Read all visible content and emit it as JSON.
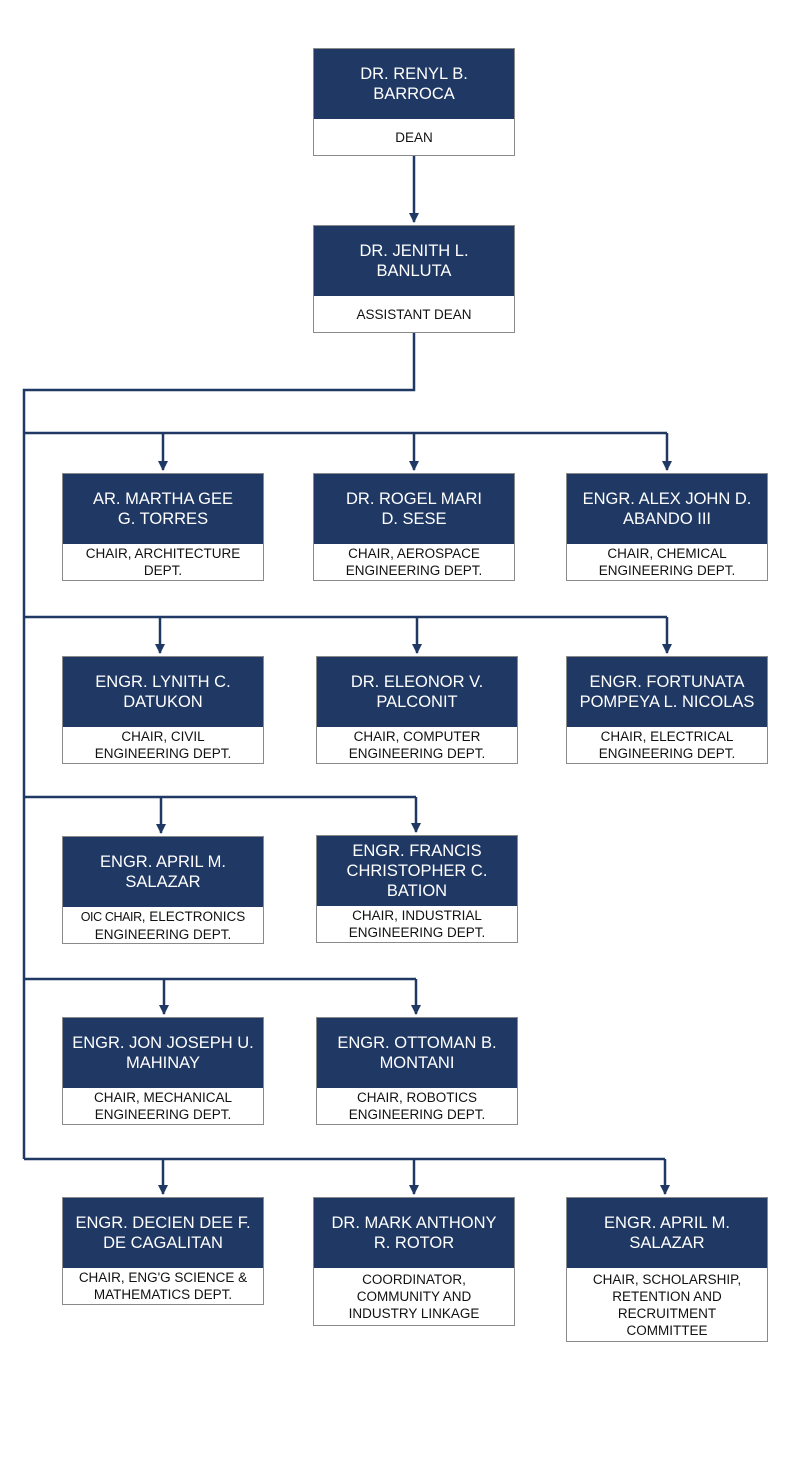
{
  "colors": {
    "name_fill": "#1f3864",
    "name_text": "#ffffff",
    "connector": "#1f3864",
    "role_border": "#8a8a8a"
  },
  "nodes": [
    {
      "id": "dean",
      "name": "DR. RENYL B.\nBARROCA",
      "role": "DEAN"
    },
    {
      "id": "assistant-dean",
      "name": "DR. JENITH L.\nBANLUTA",
      "role": "ASSISTANT DEAN"
    },
    {
      "id": "architecture",
      "name": "AR. MARTHA GEE\nG. TORRES",
      "role": "CHAIR, ARCHITECTURE\nDEPT."
    },
    {
      "id": "aerospace",
      "name": "DR. ROGEL MARI\nD. SESE",
      "role": "CHAIR, AEROSPACE\nENGINEERING DEPT."
    },
    {
      "id": "chemical",
      "name": "ENGR. ALEX JOHN D.\nABANDO III",
      "role": "CHAIR, CHEMICAL\nENGINEERING DEPT."
    },
    {
      "id": "civil",
      "name": "ENGR. LYNITH C.\nDATUKON",
      "role": "CHAIR, CIVIL\nENGINEERING DEPT."
    },
    {
      "id": "computer",
      "name": "DR. ELEONOR V.\nPALCONIT",
      "role": "CHAIR, COMPUTER\nENGINEERING DEPT."
    },
    {
      "id": "electrical",
      "name": "ENGR. FORTUNATA\nPOMPEYA L. NICOLAS",
      "role": "CHAIR, ELECTRICAL\nENGINEERING DEPT."
    },
    {
      "id": "electronics",
      "name": "ENGR. APRIL M.\nSALAZAR",
      "role_prefix": "OIC CHAIR",
      "role": ", ELECTRONICS\nENGINEERING DEPT."
    },
    {
      "id": "industrial",
      "name": "ENGR. FRANCIS\nCHRISTOPHER C.\nBATION",
      "role": "CHAIR, INDUSTRIAL\nENGINEERING DEPT."
    },
    {
      "id": "mechanical",
      "name": "ENGR. JON JOSEPH U.\nMAHINAY",
      "role": "CHAIR, MECHANICAL\nENGINEERING DEPT."
    },
    {
      "id": "robotics",
      "name": "ENGR. OTTOMAN B.\nMONTANI",
      "role": "CHAIR, ROBOTICS\nENGINEERING DEPT."
    },
    {
      "id": "science-math",
      "name": "ENGR. DECIEN DEE F.\nDE CAGALITAN",
      "role": "CHAIR, ENG'G SCIENCE &\nMATHEMATICS DEPT."
    },
    {
      "id": "linkage",
      "name": "DR. MARK ANTHONY\nR. ROTOR",
      "role": "COORDINATOR,\nCOMMUNITY AND\nINDUSTRY LINKAGE"
    },
    {
      "id": "scholarship",
      "name": "ENGR. APRIL M.\nSALAZAR",
      "role": "CHAIR, SCHOLARSHIP,\nRETENTION AND\nRECRUITMENT\nCOMMITTEE"
    }
  ]
}
